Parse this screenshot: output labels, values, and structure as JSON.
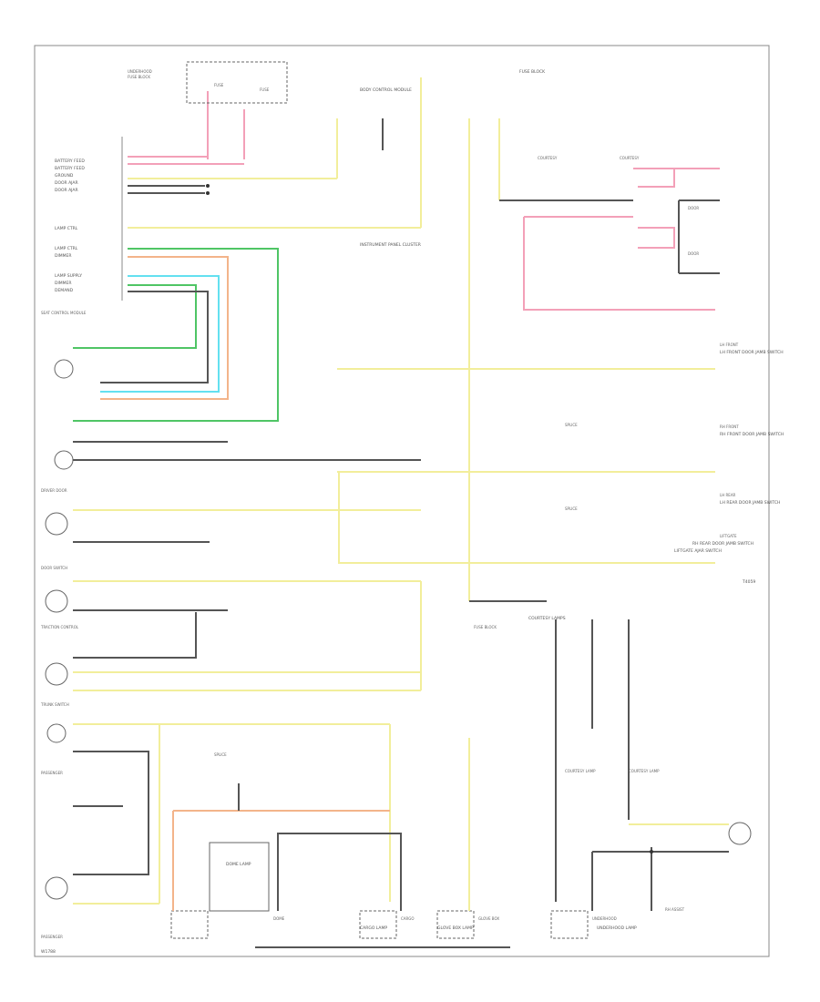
{
  "colors": {
    "yellow": "#f2ee9b",
    "green": "#4fc565",
    "cyan": "#63e0f0",
    "pink": "#f3a0b8",
    "orange": "#f3b48a",
    "black": "#555555"
  },
  "footer": {
    "code": "W1788",
    "page": "T4059"
  },
  "components": [
    {
      "id": "bcm",
      "label": "BODY CONTROL MODULE"
    },
    {
      "id": "ipc",
      "label": "INSTRUMENT PANEL CLUSTER"
    },
    {
      "id": "fuse-block",
      "label": "FUSE BLOCK"
    },
    {
      "id": "lh-door",
      "label": "LH FRONT DOOR JAMB SWITCH"
    },
    {
      "id": "rh-door",
      "label": "RH FRONT DOOR JAMB SWITCH"
    },
    {
      "id": "lh-rear-door",
      "label": "LH REAR DOOR JAMB SWITCH"
    },
    {
      "id": "rh-rear-door",
      "label": "RH REAR DOOR JAMB SWITCH"
    },
    {
      "id": "liftgate",
      "label": "LIFTGATE AJAR SWITCH"
    },
    {
      "id": "courtesy",
      "label": "COURTESY LAMPS"
    },
    {
      "id": "dome",
      "label": "DOME LAMP"
    },
    {
      "id": "cargo",
      "label": "CARGO LAMP"
    },
    {
      "id": "glovebox",
      "label": "GLOVE BOX LAMP"
    },
    {
      "id": "underhood",
      "label": "UNDERHOOD LAMP"
    }
  ]
}
